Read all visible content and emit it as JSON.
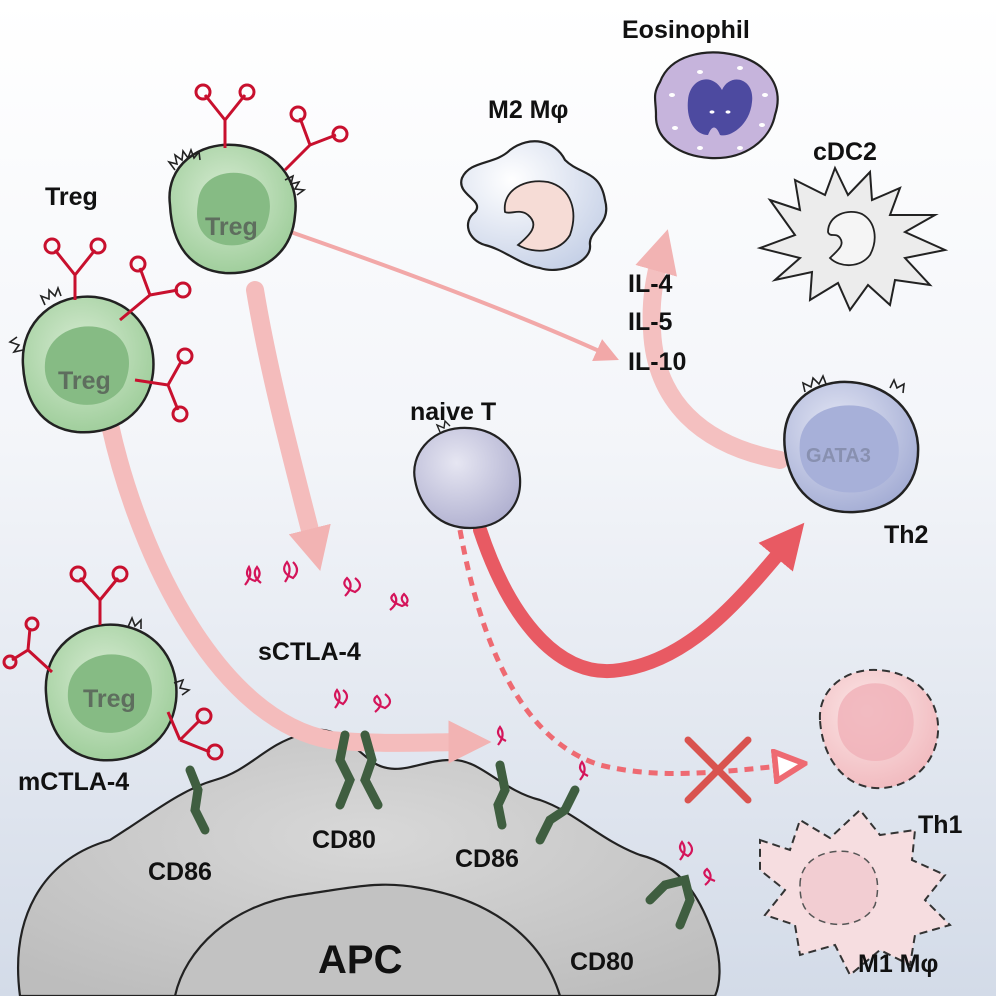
{
  "labels": {
    "treg_title": "Treg",
    "treg_cell": "Treg",
    "m2": "M2 Mφ",
    "eosinophil": "Eosinophil",
    "cdc2": "cDC2",
    "cytokines": [
      "IL-4",
      "IL-5",
      "IL-10"
    ],
    "naive_t": "naive T",
    "gata3": "GATA3",
    "th2": "Th2",
    "sctla4": "sCTLA-4",
    "mctla4": "mCTLA-4",
    "cd86": "CD86",
    "cd80": "CD80",
    "th1": "Th1",
    "m1": "M1 Mφ",
    "apc": "APC"
  },
  "colors": {
    "background_top": "#ffffff",
    "background_bottom": "#d6dde9",
    "treg_fill": "#a9d2a6",
    "treg_nucleus": "#7fb57e",
    "apc_fill": "#c9c9c9",
    "receptor": "#3f5e40",
    "ctla4_antibody": "#c8102e",
    "arrow_pink": "#f2a8a8",
    "arrow_red": "#e85a63",
    "th2_fill": "#b8c0de",
    "th1_fill": "#f7c9cc",
    "block_x": "#d9534f"
  }
}
